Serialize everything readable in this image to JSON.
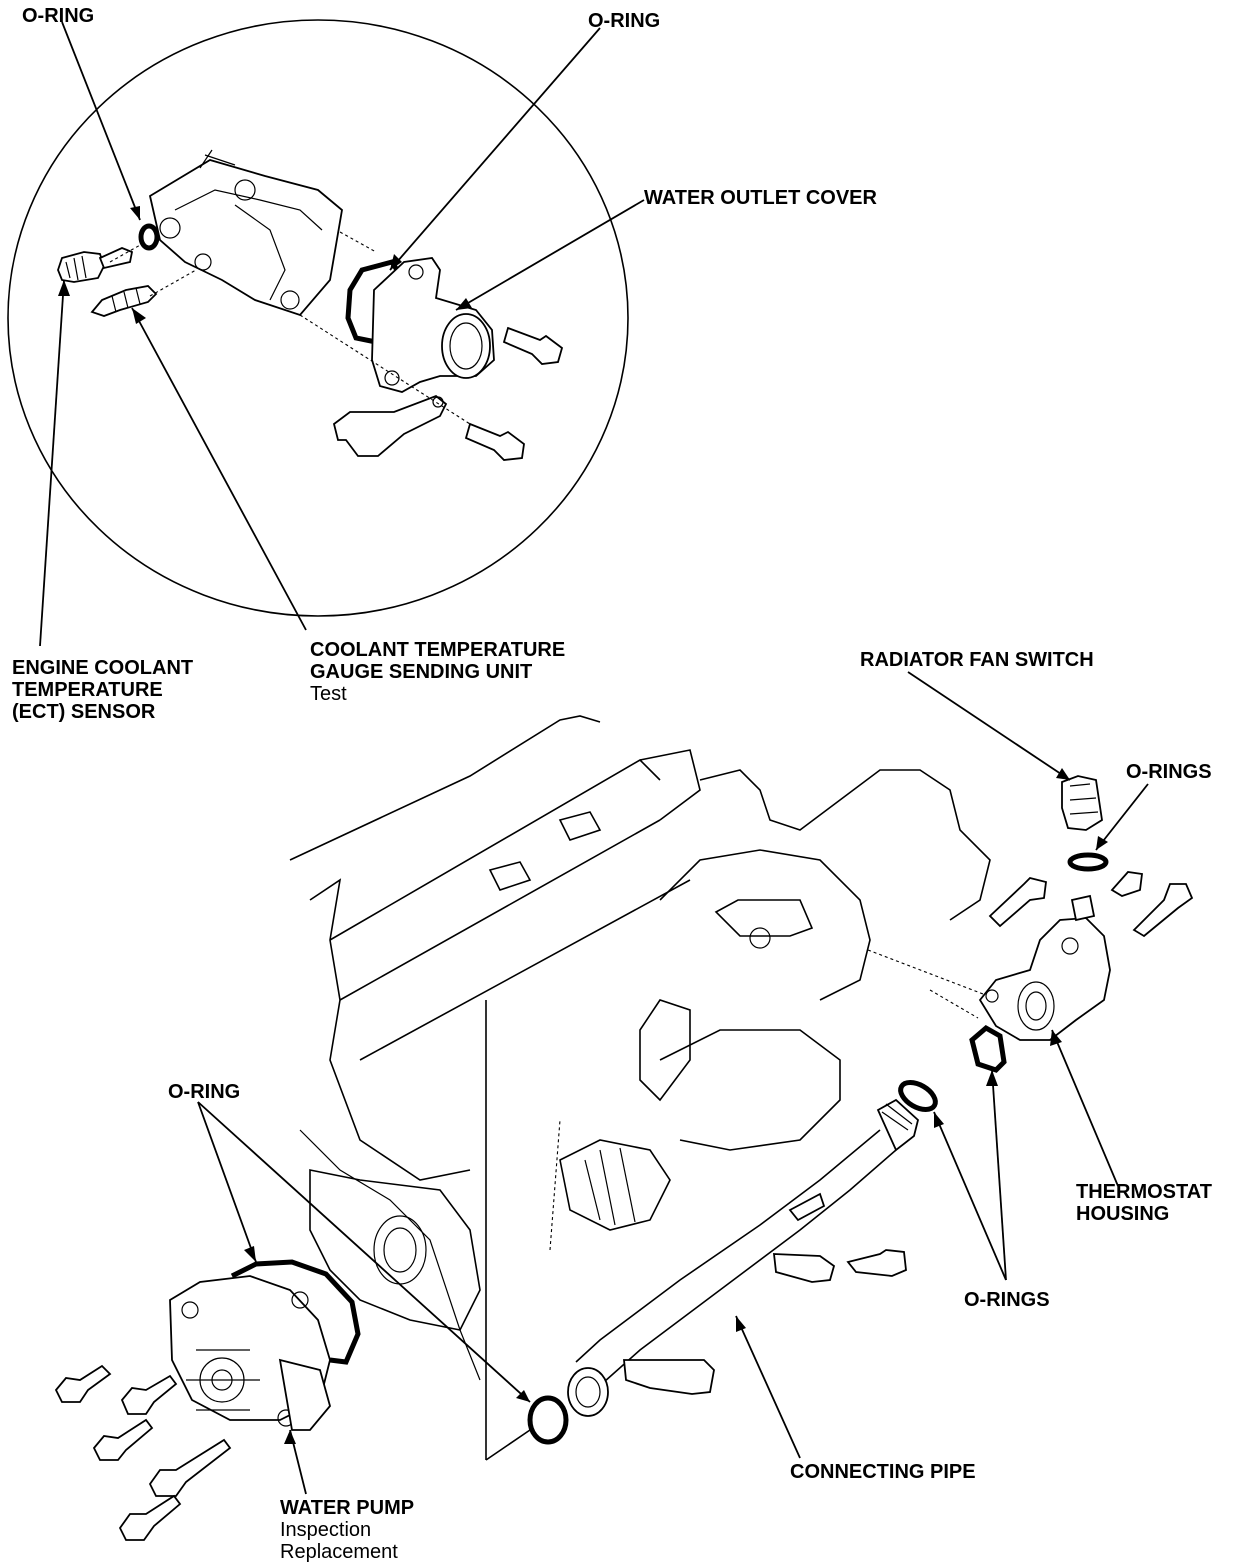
{
  "labels": {
    "oring_tl": "O-RING",
    "oring_tc": "O-RING",
    "water_outlet_cover": "WATER OUTLET COVER",
    "ect_l1": "ENGINE COOLANT",
    "ect_l2": "TEMPERATURE",
    "ect_l3": "(ECT) SENSOR",
    "ctg_l1": "COOLANT TEMPERATURE",
    "ctg_l2": "GAUGE SENDING UNIT",
    "ctg_sub": "Test",
    "radiator_fan_switch": "RADIATOR FAN SWITCH",
    "orings_r": "O-RINGS",
    "oring_left": "O-RING",
    "thermo_l1": "THERMOSTAT",
    "thermo_l2": "HOUSING",
    "orings_mid": "O-RINGS",
    "connecting_pipe": "CONNECTING PIPE",
    "water_pump": "WATER PUMP",
    "wp_sub1": "Inspection",
    "wp_sub2": "Replacement"
  }
}
